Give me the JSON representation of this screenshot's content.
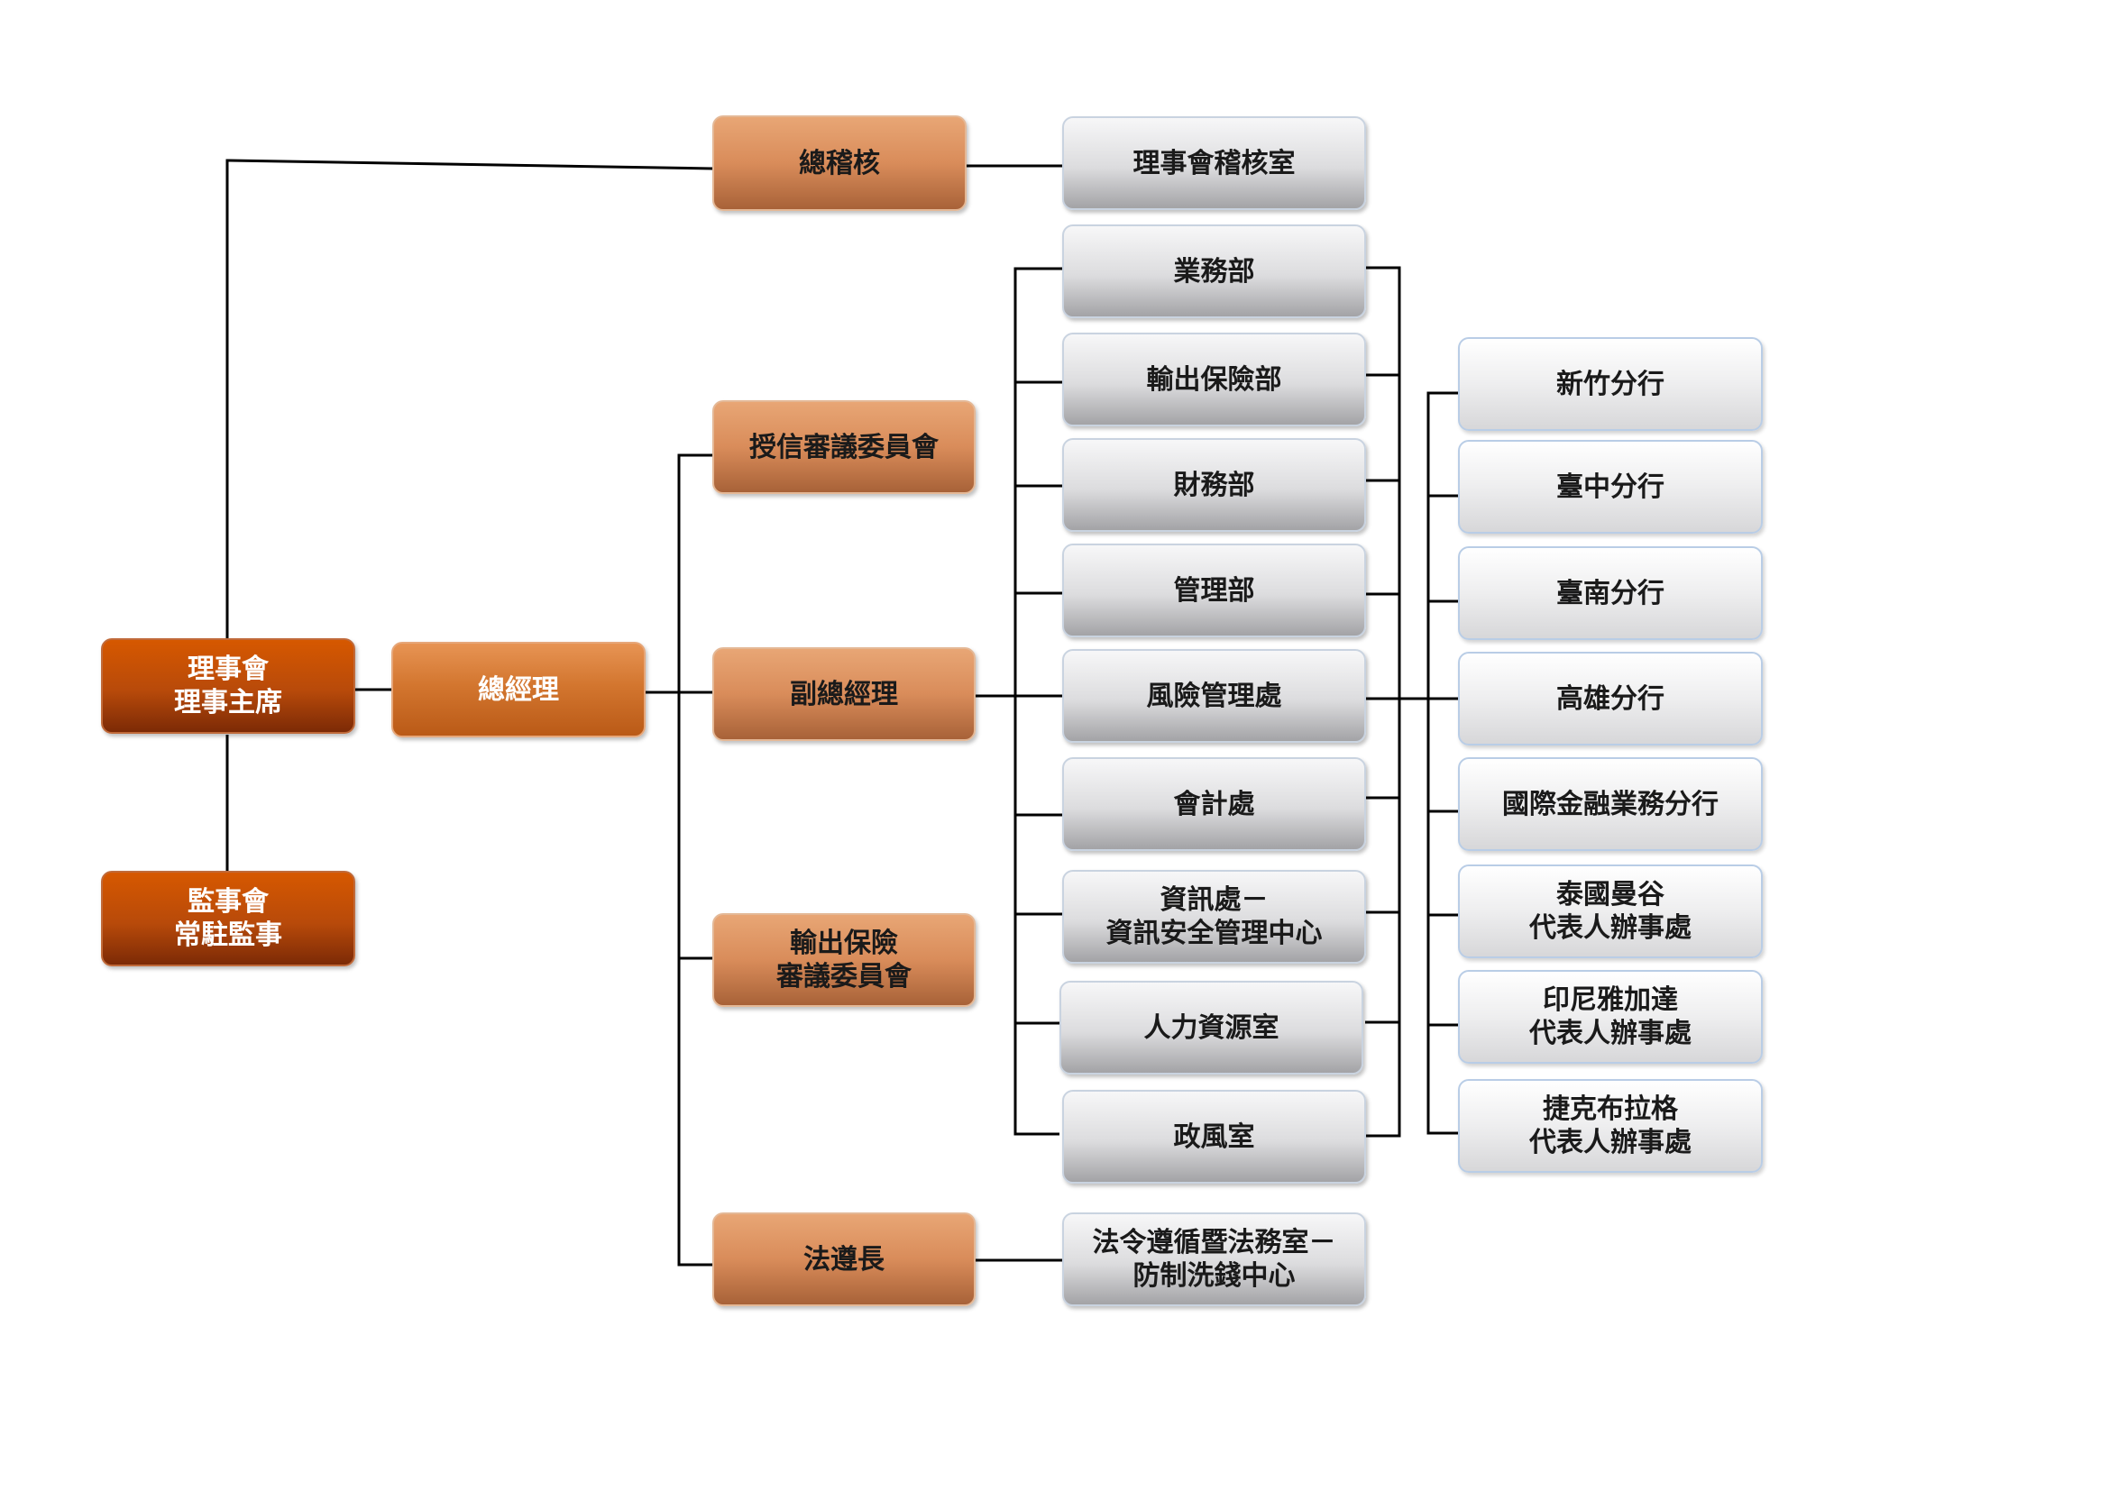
{
  "board": {
    "label": "理事會\n理事主席"
  },
  "supervisors": {
    "label": "監事會\n常駐監事"
  },
  "general_manager": {
    "label": "總經理"
  },
  "chief_auditor": {
    "label": "總稽核"
  },
  "board_audit_office": {
    "label": "理事會稽核室"
  },
  "credit_committee": {
    "label": "授信審議委員會"
  },
  "deputy_gm": {
    "label": "副總經理"
  },
  "insurance_committee": {
    "label": "輸出保險\n審議委員會"
  },
  "chief_compliance_officer": {
    "label": "法遵長"
  },
  "compliance_office": {
    "label": "法令遵循暨法務室－\n防制洗錢中心"
  },
  "departments": [
    {
      "label": "業務部"
    },
    {
      "label": "輸出保險部"
    },
    {
      "label": "財務部"
    },
    {
      "label": "管理部"
    },
    {
      "label": "風險管理處"
    },
    {
      "label": "會計處"
    },
    {
      "label": "資訊處－\n資訊安全管理中心"
    },
    {
      "label": "人力資源室"
    },
    {
      "label": "政風室"
    }
  ],
  "branches": [
    {
      "label": "新竹分行"
    },
    {
      "label": "臺中分行"
    },
    {
      "label": "臺南分行"
    },
    {
      "label": "高雄分行"
    },
    {
      "label": "國際金融業務分行"
    },
    {
      "label": "泰國曼谷\n代表人辦事處"
    },
    {
      "label": "印尼雅加達\n代表人辦事處"
    },
    {
      "label": "捷克布拉格\n代表人辦事處"
    }
  ]
}
